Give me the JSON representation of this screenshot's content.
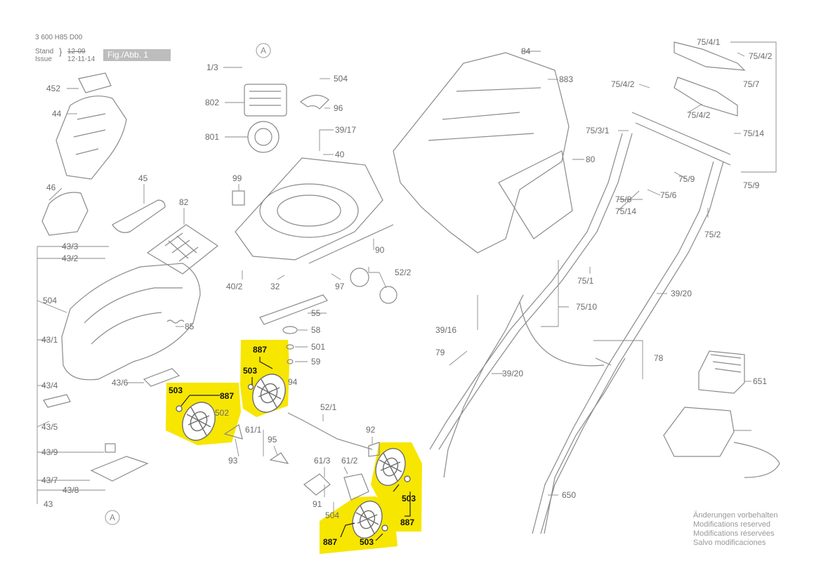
{
  "header": {
    "doc_number": "3 600 H85 D00",
    "stand_label": "Stand",
    "stand_date": "12-09",
    "issue_label": "Issue",
    "issue_date": "12-11-14",
    "figure_label": "Fig./Abb. 1"
  },
  "colors": {
    "highlight": "#f7e600",
    "line": "#8a8a8a",
    "label": "#6b6b6b"
  },
  "markers": [
    "A",
    "A"
  ],
  "labels": [
    "1/3",
    "802",
    "801",
    "99",
    "504",
    "96",
    "39/17",
    "40",
    "452",
    "44",
    "46",
    "45",
    "82",
    "43/3",
    "43/2",
    "504",
    "43/1",
    "43/4",
    "43/5",
    "43/6",
    "43/9",
    "43/7",
    "43/8",
    "43",
    "40/2",
    "32",
    "97",
    "52/2",
    "90",
    "55",
    "58",
    "501",
    "59",
    "85",
    "94",
    "52/1",
    "92",
    "502",
    "61/1",
    "95",
    "93",
    "61/3",
    "61/2",
    "91",
    "504",
    "84",
    "883",
    "80",
    "75/4/1",
    "75/4/2",
    "75/4/2",
    "75/7",
    "75/4/2",
    "75/14",
    "75/3/1",
    "75/9",
    "75/8",
    "75/14",
    "75/6",
    "75/9",
    "75/2",
    "75/1",
    "39/20",
    "75/10",
    "39/16",
    "79",
    "39/20",
    "78",
    "650",
    "651"
  ],
  "wheel_callouts": [
    {
      "part": "887",
      "ring": "503"
    },
    {
      "part": "887",
      "ring": "503"
    },
    {
      "part": "887",
      "ring": "503"
    },
    {
      "part": "887",
      "ring": "503"
    }
  ],
  "notes": [
    "Änderungen vorbehalten",
    "Modifications reserved",
    "Modifications réservées",
    "Salvo modificaciones"
  ]
}
